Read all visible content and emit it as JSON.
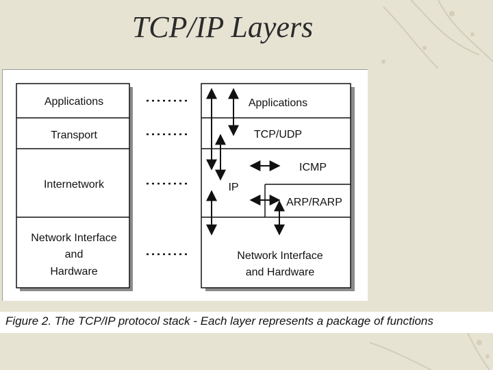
{
  "title": "TCP/IP Layers",
  "left_stack": {
    "applications": "Applications",
    "transport": "Transport",
    "internetwork": "Internetwork",
    "network_interface": [
      "Network Interface",
      "and",
      "Hardware"
    ]
  },
  "right_stack": {
    "applications": "Applications",
    "tcp_udp": "TCP/UDP",
    "icmp": "ICMP",
    "ip": "IP",
    "arp_rarp": "ARP/RARP",
    "network_interface": [
      "Network Interface",
      "and Hardware"
    ]
  },
  "caption": "Figure 2.  The TCP/IP protocol stack - Each layer represents a package of functions",
  "colors": {
    "background": "#e6e3d3",
    "figure": "#ffffff",
    "shadow": "#8c8c8c",
    "ink": "#111111"
  }
}
